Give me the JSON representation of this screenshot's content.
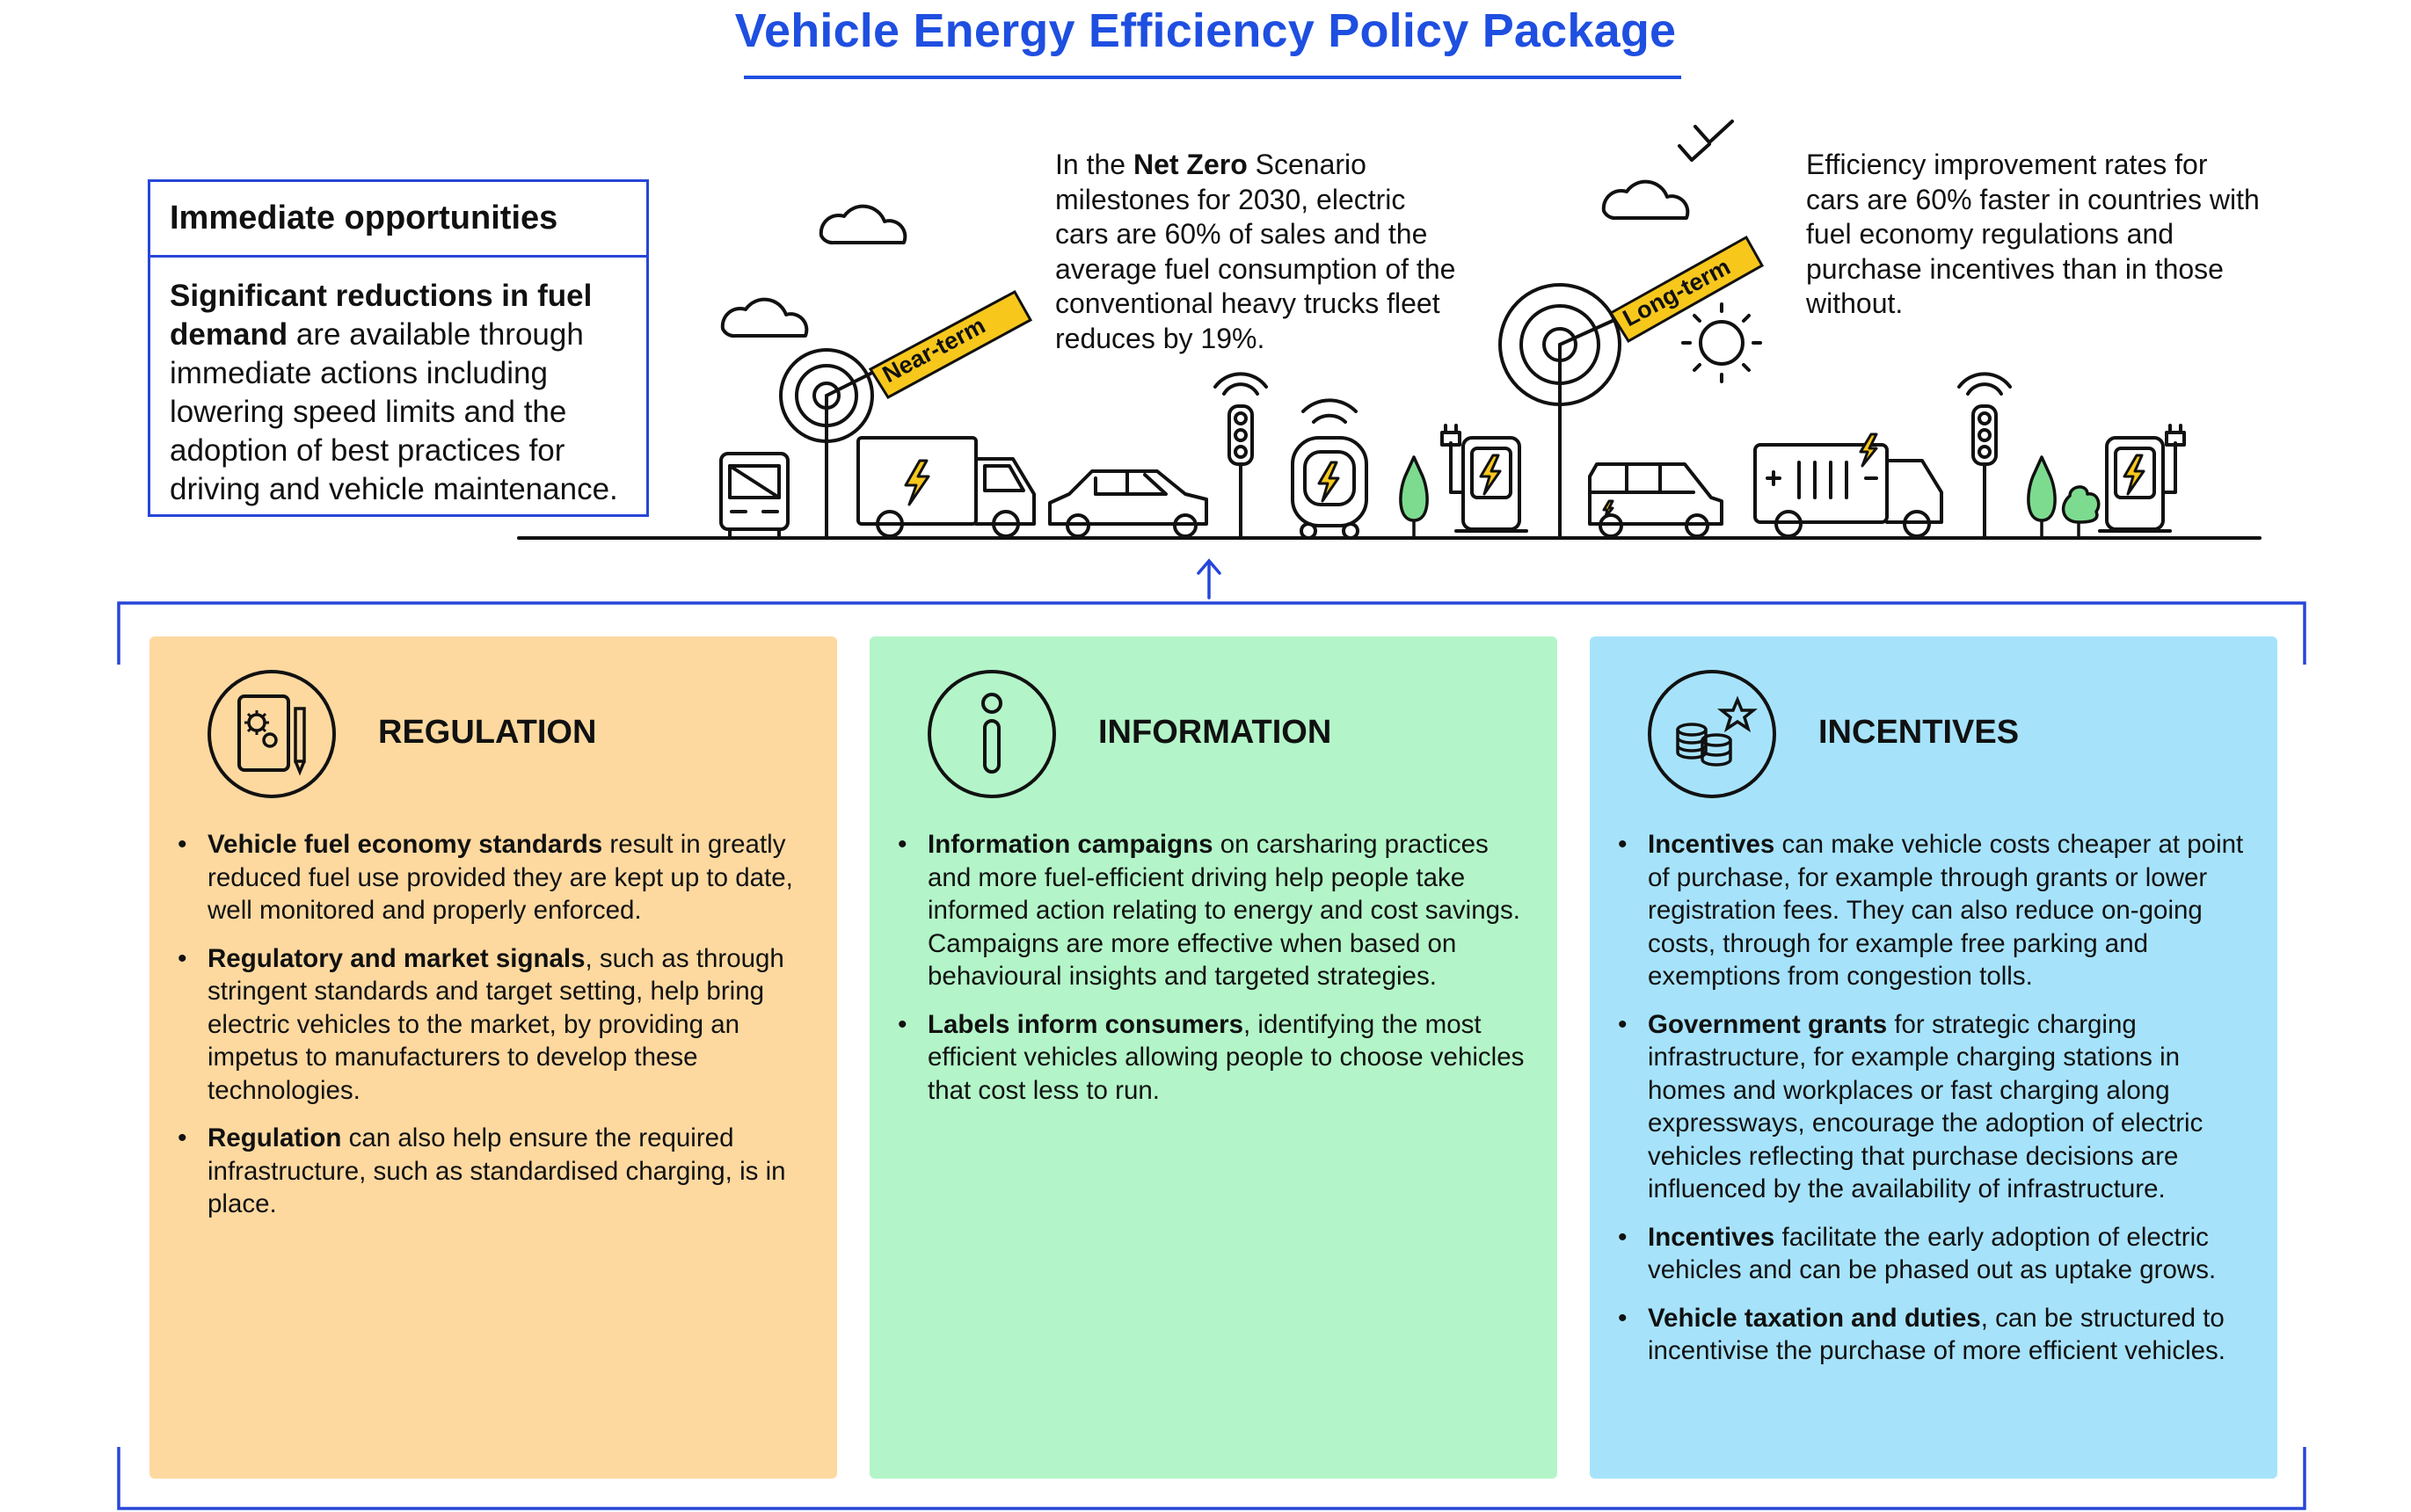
{
  "title": "Vehicle Energy Efficiency Policy Package",
  "immediate": {
    "heading": "Immediate opportunities",
    "bold_lead": "Significant reductions in fuel demand",
    "text": " are available through immediate actions including lowering speed limits and the adoption of best practices for driving and vehicle maintenance."
  },
  "near_term": {
    "label": "Near-term",
    "pre": "In the ",
    "bold": "Net Zero",
    "post": " Scenario milestones for 2030, electric cars are 60% of sales and the average fuel consumption of the conventional heavy trucks fleet reduces by 19%."
  },
  "long_term": {
    "label": "Long-term",
    "text": "Efficiency improvement rates for cars are 60% faster in countries with fuel economy regulations and purchase incentives than in those without."
  },
  "colors": {
    "title_blue": "#1f4fe0",
    "frame_blue": "#2746d8",
    "regulation_bg": "#fdd9a0",
    "information_bg": "#b3f5c8",
    "incentives_bg": "#a6e3fb",
    "flag_yellow": "#f7c71c",
    "tree_green": "#7ddb8f"
  },
  "panels": {
    "regulation": {
      "title": "REGULATION",
      "icon": "tablet-gears-icon",
      "bullets": [
        {
          "bold": "Vehicle fuel economy standards",
          "text": " result in greatly reduced fuel use provided they are kept up to date, well monitored and properly enforced."
        },
        {
          "bold": "Regulatory and market signals",
          "text": ", such as through stringent standards and target setting, help bring electric vehicles to the market, by providing an impetus to manufacturers to develop these technologies."
        },
        {
          "bold": "Regulation",
          "text": " can also help ensure the required infrastructure, such as standardised charging, is in place."
        }
      ]
    },
    "information": {
      "title": "INFORMATION",
      "icon": "info-icon",
      "bullets": [
        {
          "bold": "Information campaigns",
          "text": " on carsharing practices and more fuel-efficient driving help people take informed action relating to energy and cost savings. Campaigns are more effective when based on behavioural insights and targeted strategies."
        },
        {
          "bold": "Labels inform consumers",
          "text": ", identifying the most efficient vehicles allowing people to choose vehicles that cost less to run."
        }
      ]
    },
    "incentives": {
      "title": "INCENTIVES",
      "icon": "coins-star-icon",
      "bullets": [
        {
          "bold": "Incentives",
          "text": " can make vehicle costs cheaper at point of purchase, for example through grants or lower registration fees. They can also reduce on-going costs, through for example free parking and exemptions from congestion tolls."
        },
        {
          "bold": "Government grants",
          "text": " for strategic charging infrastructure, for example charging stations in homes and workplaces or fast charging along expressways, encourage the adoption of electric vehicles reflecting that purchase decisions are influenced by the availability of infrastructure."
        },
        {
          "bold": "Incentives",
          "text": " facilitate the early adoption of electric vehicles and can be phased out as uptake grows."
        },
        {
          "bold": "Vehicle taxation and duties",
          "text": ", can be structured to incentivise the purchase of more efficient vehicles."
        }
      ]
    }
  }
}
